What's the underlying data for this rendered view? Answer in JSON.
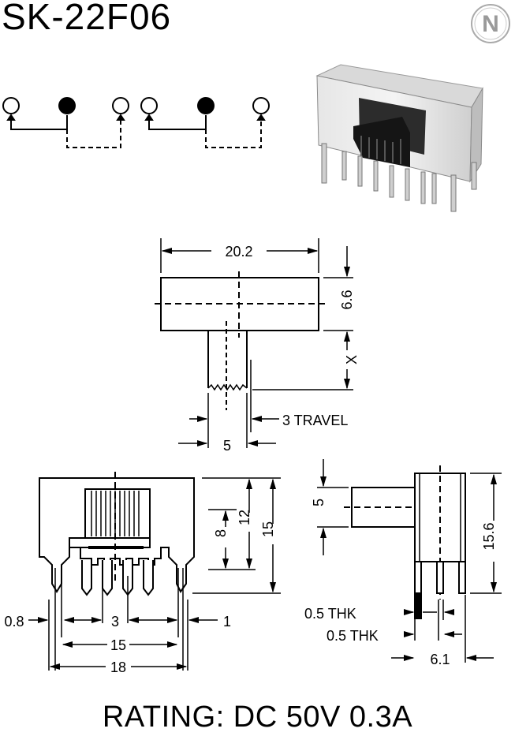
{
  "product": {
    "model": "SK-22F06",
    "logo_letter": "N",
    "rating": "RATING: DC 50V 0.3A"
  },
  "top_view": {
    "width_dim": "20.2",
    "height_dim": "6.6",
    "actuator_dim": "X",
    "travel_label": "3 TRAVEL",
    "actuator_width_dim": "5"
  },
  "front_view": {
    "pin_pitch_dim": "3",
    "pin_span_dim": "15",
    "overall_width_dim": "18",
    "left_pin_dim": "0.8",
    "right_pin_dim": "1",
    "height_8_dim": "8",
    "height_12_dim": "12",
    "height_15_dim": "15"
  },
  "side_view": {
    "actuator_height_dim": "5",
    "height_dim": "15.6",
    "thk_label_1": "0.5 THK",
    "thk_label_2": "0.5 THK",
    "depth_dim": "6.1"
  }
}
